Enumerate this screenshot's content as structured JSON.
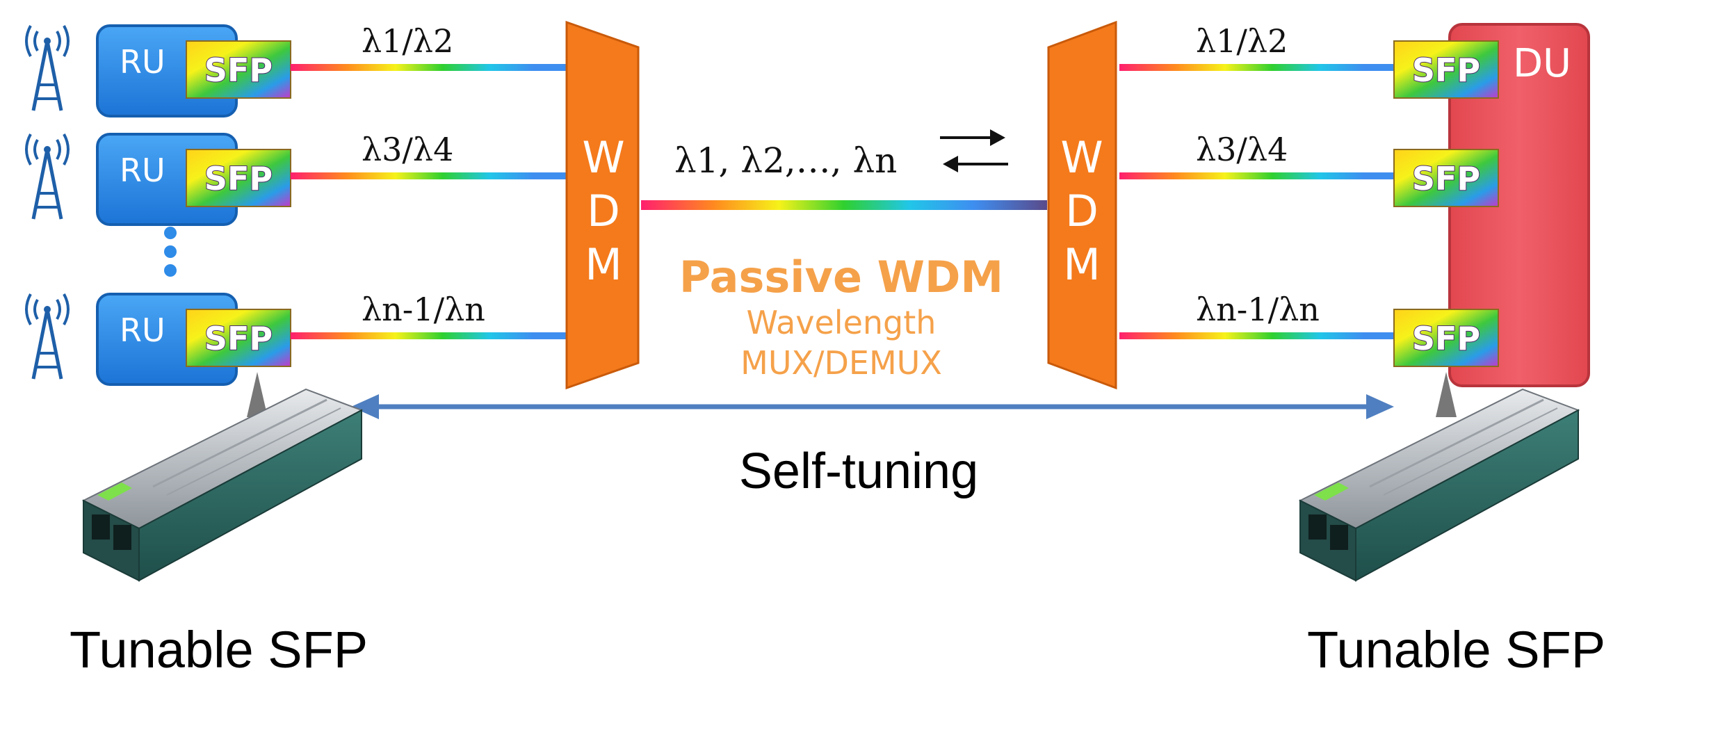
{
  "left_units": [
    {
      "box_label": "RU",
      "sfp_label": "SFP",
      "wavelength": "λ1/λ2"
    },
    {
      "box_label": "RU",
      "sfp_label": "SFP",
      "wavelength": "λ3/λ4"
    },
    {
      "box_label": "RU",
      "sfp_label": "SFP",
      "wavelength": "λn-1/λn"
    }
  ],
  "right_units": [
    {
      "sfp_label": "SFP",
      "wavelength": "λ1/λ2"
    },
    {
      "sfp_label": "SFP",
      "wavelength": "λ3/λ4"
    },
    {
      "sfp_label": "SFP",
      "wavelength": "λn-1/λn"
    }
  ],
  "du_label": "DU",
  "wdm_left_label": [
    "W",
    "D",
    "M"
  ],
  "wdm_right_label": [
    "W",
    "D",
    "M"
  ],
  "trunk_wavelengths": "λ1, λ2,…, λn",
  "passive": {
    "title": "Passive WDM",
    "line1": "Wavelength",
    "line2": "MUX/DEMUX"
  },
  "self_tuning_label": "Self-tuning",
  "tunable_left_label": "Tunable SFP",
  "tunable_right_label": "Tunable SFP",
  "colors": {
    "ru_blue": "#2e8be8",
    "du_red": "#ee5a62",
    "wdm_orange": "#f47a1c",
    "arrow_blue": "#4f7fc0",
    "passive_orange": "#f5a14a"
  }
}
